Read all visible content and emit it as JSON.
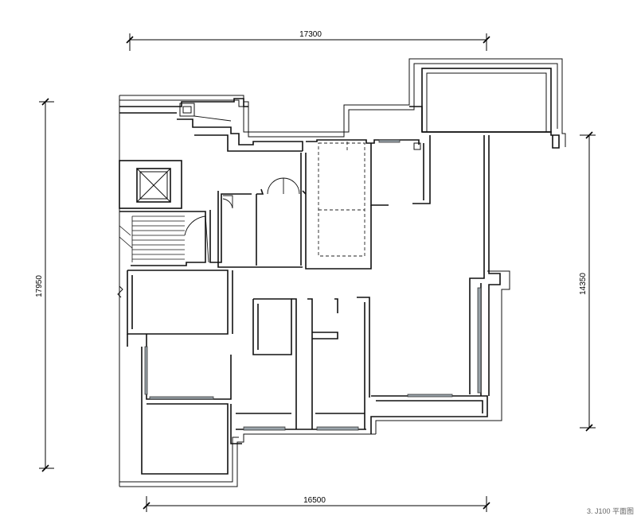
{
  "drawing": {
    "dimensions": {
      "top_width": "17300",
      "bottom_width": "16500",
      "left_height": "17950",
      "right_height": "14350"
    },
    "footnote": "3. J100 平面图"
  }
}
